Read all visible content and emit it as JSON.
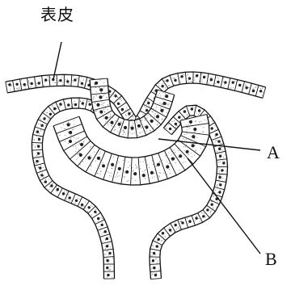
{
  "labels": {
    "epidermis": "表皮",
    "a": "A",
    "b": "B"
  },
  "colors": {
    "ink": "#111111",
    "cell_fill": "#ffffff",
    "nucleus": "#222222",
    "stipple": "#777777"
  }
}
